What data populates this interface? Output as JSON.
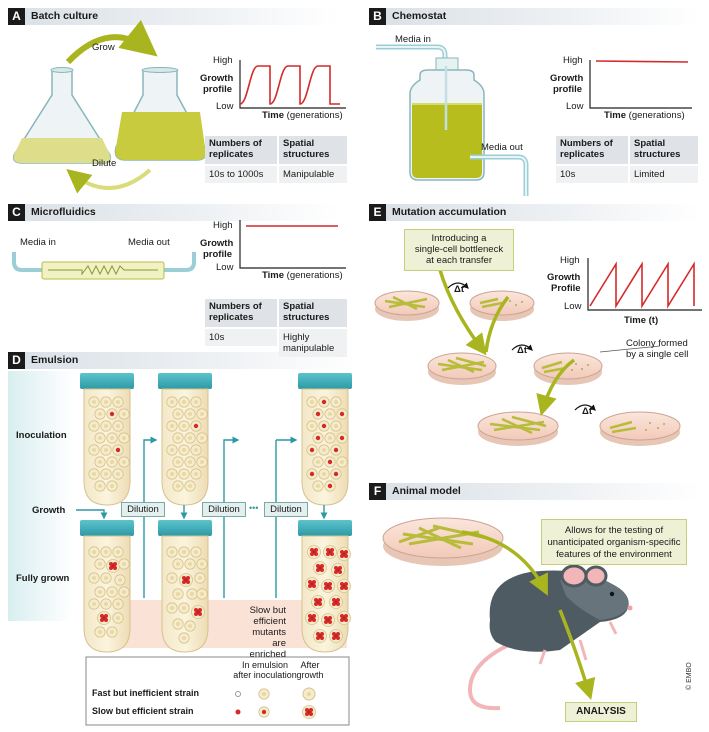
{
  "colors": {
    "red": "#d42a2a",
    "olive": "#b3b92a",
    "teal": "#3aa7b3",
    "header_bg": "#dbe2e8"
  },
  "panels": {
    "A": {
      "badge": "A",
      "title": "Batch culture",
      "grow": "Grow",
      "dilute": "Dilute",
      "high": "High",
      "growth": "Growth",
      "profile": "profile",
      "low": "Low",
      "time": "Time",
      "time_unit": "(generations)",
      "h1a": "Numbers of",
      "h1b": "replicates",
      "h2a": "Spatial",
      "h2b": "structures",
      "v1": "10s to 1000s",
      "v2": "Manipulable"
    },
    "B": {
      "badge": "B",
      "title": "Chemostat",
      "media_in": "Media in",
      "media_out": "Media out",
      "high": "High",
      "growth": "Growth",
      "profile": "profile",
      "low": "Low",
      "time": "Time",
      "time_unit": "(generations)",
      "h1a": "Numbers of",
      "h1b": "replicates",
      "h2a": "Spatial",
      "h2b": "structures",
      "v1": "10s",
      "v2": "Limited"
    },
    "C": {
      "badge": "C",
      "title": "Microfluidics",
      "media_in": "Media in",
      "media_out": "Media out",
      "high": "High",
      "growth": "Growth",
      "profile": "profile",
      "low": "Low",
      "time": "Time",
      "time_unit": "(generations)",
      "h1a": "Numbers of",
      "h1b": "replicates",
      "h2a": "Spatial",
      "h2b": "structures",
      "v1": "10s",
      "v2a": "Highly",
      "v2b": "manipulable"
    },
    "D": {
      "badge": "D",
      "title": "Emulsion",
      "inoculation": "Inoculation",
      "growth_lbl": "Growth",
      "fully": "Fully grown",
      "dilution": "Dilution",
      "dots": "•••",
      "note1": "Slow but",
      "note2": "efficient",
      "note3": "mutants are",
      "note4": "enriched",
      "leg_col1a": "In emulsion",
      "leg_col1b": "after inoculation",
      "leg_col2a": "After",
      "leg_col2b": "growth",
      "leg_row1": "Fast but inefficient strain",
      "leg_row2": "Slow but efficient strain"
    },
    "E": {
      "badge": "E",
      "title": "Mutation accumulation",
      "box1": "Introducing a",
      "box2": "single-cell bottleneck",
      "box3": "at each transfer",
      "dt": "Δt",
      "high": "High",
      "growth": "Growth",
      "profile": "Profile",
      "low": "Low",
      "time": "Time (t)",
      "colony1": "Colony formed",
      "colony2": "by a single cell"
    },
    "F": {
      "badge": "F",
      "title": "Animal model",
      "box1": "Allows for the testing of",
      "box2": "unanticipated organism-specific",
      "box3": "features of the environment",
      "analysis": "ANALYSIS"
    }
  },
  "copyright": "© EMBO"
}
